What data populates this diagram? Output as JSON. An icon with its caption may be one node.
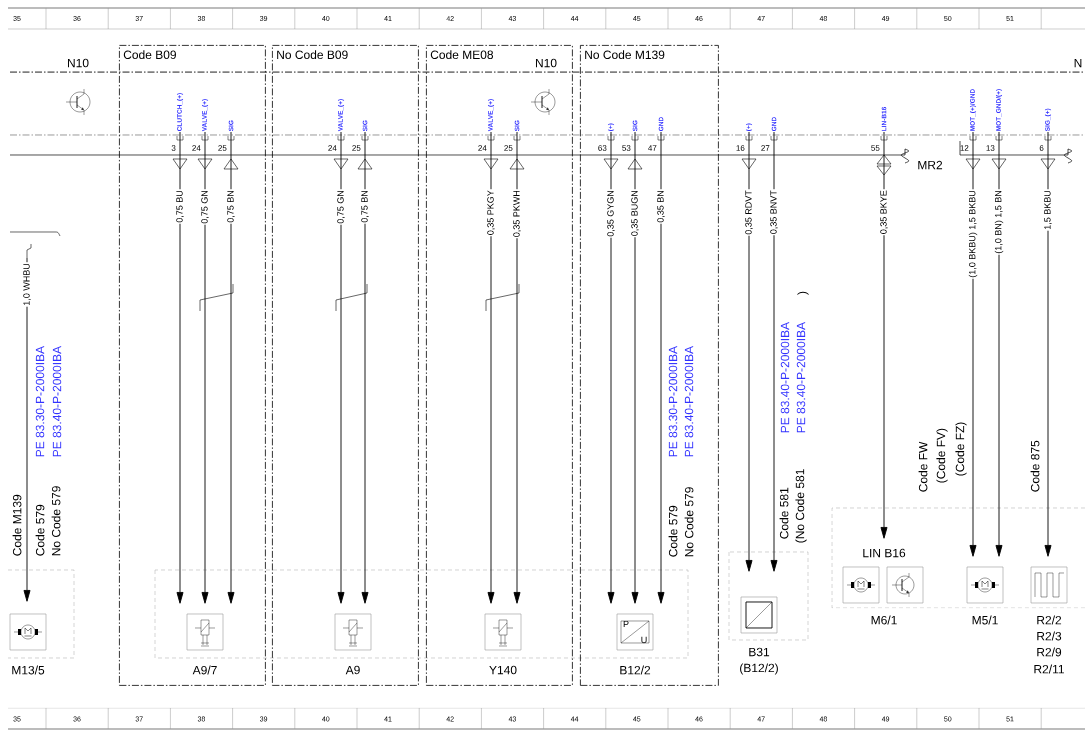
{
  "diagram": {
    "nodes": [
      {
        "text": [
          "Code B09"
        ]
      },
      {
        "text": [
          "No Code B09"
        ]
      },
      {
        "text": [
          "Code ME08"
        ]
      },
      {
        "text": [
          "No Code M139"
        ]
      },
      {
        "text": [
          "CLUTCH_(+)"
        ],
        "beside": [
          "3"
        ],
        "in": 0
      },
      {
        "text": [
          "VALVE_(+)"
        ],
        "beside": [
          "24"
        ],
        "in": 0
      },
      {
        "text": [
          "SIG"
        ],
        "beside": [
          "25"
        ],
        "in": 0
      },
      {
        "text": [
          "VALVE_(+)"
        ],
        "beside": [
          "24"
        ],
        "in": 1
      },
      {
        "text": [
          "SIG"
        ],
        "beside": [
          "25"
        ],
        "in": 1
      },
      {
        "text": [
          "VALVE_(+)"
        ],
        "beside": [
          "24"
        ],
        "in": 2
      },
      {
        "text": [
          "SIG"
        ],
        "beside": [
          "25"
        ],
        "in": 2
      },
      {
        "text": [
          "(+)"
        ],
        "beside": [
          "63"
        ],
        "in": 3
      },
      {
        "text": [
          "SIG"
        ],
        "beside": [
          "53"
        ],
        "in": 3
      },
      {
        "text": [
          "GND"
        ],
        "beside": [
          "47"
        ],
        "in": 3
      },
      {
        "text": [
          "(+)"
        ],
        "beside": [
          "16"
        ]
      },
      {
        "text": [
          "GND"
        ],
        "beside": [
          "27"
        ]
      },
      {
        "text": [
          "LIN-B16"
        ],
        "beside": [
          "55"
        ]
      },
      {
        "text": [
          "MOT_(+)/GND"
        ],
        "beside": [
          "12"
        ]
      },
      {
        "text": [
          "MOT_GND/(+)"
        ],
        "beside": [
          "13"
        ]
      },
      {
        "text": [
          "SIG_(+)"
        ],
        "beside": [
          "6"
        ]
      },
      {
        "text": [],
        "shape": "picture",
        "beside": [
          "M13/5"
        ]
      },
      {
        "text": [],
        "shape": "picture",
        "beside": [
          "A9/7"
        ],
        "in": 0
      },
      {
        "text": [],
        "shape": "picture",
        "beside": [
          "A9"
        ],
        "in": 1
      },
      {
        "text": [],
        "shape": "picture",
        "beside": [
          "Y140"
        ],
        "in": 2
      },
      {
        "text": [],
        "shape": "picture",
        "beside": [
          "B12/2"
        ],
        "in": 3
      },
      {
        "text": [],
        "shape": "picture",
        "beside": [
          "B31",
          "(B12/2)"
        ]
      },
      {
        "text": [],
        "shape": "picture",
        "beside": [
          "LIN B16",
          "M6/1"
        ]
      },
      {
        "text": [],
        "shape": "picture"
      },
      {
        "text": [],
        "shape": "picture",
        "beside": [
          "M5/1"
        ]
      },
      {
        "text": [],
        "shape": "picture",
        "beside": [
          "R2/2",
          "R2/3",
          "R2/9",
          "R2/11"
        ]
      }
    ],
    "edges": [
      {
        "from": null,
        "to": 20,
        "arrow": "to",
        "label": "1,0 WHBU"
      },
      {
        "from": 4,
        "to": 21,
        "arrow": "to",
        "label": "0,75 BU"
      },
      {
        "from": 5,
        "to": 21,
        "arrow": "to",
        "label": "0,75 GN"
      },
      {
        "from": 6,
        "to": 21,
        "arrow": "to",
        "label": "0,75 BN"
      },
      {
        "from": 7,
        "to": 22,
        "arrow": "to",
        "label": "0,75 GN"
      },
      {
        "from": 8,
        "to": 22,
        "arrow": "to",
        "label": "0,75 BN"
      },
      {
        "from": 9,
        "to": 23,
        "arrow": "to",
        "label": "0,35 PKGY"
      },
      {
        "from": 10,
        "to": 23,
        "arrow": "to",
        "label": "0,35 PKWH"
      },
      {
        "from": 11,
        "to": 24,
        "arrow": "to",
        "label": "0,35 GYGN"
      },
      {
        "from": 12,
        "to": 24,
        "arrow": "to",
        "label": "0,35 BUGN"
      },
      {
        "from": 13,
        "to": 24,
        "arrow": "to",
        "label": "0,35 BN"
      },
      {
        "from": 14,
        "to": 25,
        "arrow": "to",
        "label": "0,35 RDVT"
      },
      {
        "from": 15,
        "to": 25,
        "arrow": "to",
        "label": "0,35 BNVT"
      },
      {
        "from": 16,
        "to": 26,
        "arrow": "to",
        "label": "0,35 BKYE"
      },
      {
        "from": 17,
        "to": 28,
        "arrow": "to",
        "label": "(1,0 BKBU) 1,5 BKBU"
      },
      {
        "from": 18,
        "to": 28,
        "arrow": "to",
        "label": "(1,0 BN) 1,5 BN"
      },
      {
        "from": 19,
        "to": 29,
        "arrow": "to",
        "label": "1,5 BKBU"
      }
    ],
    "labels": [
      "35",
      "36",
      "37",
      "38",
      "39",
      "40",
      "41",
      "42",
      "43",
      "44",
      "45",
      "46",
      "47",
      "48",
      "49",
      "50",
      "51",
      "N10",
      "N10",
      "N",
      "MR2",
      "Code M139",
      "Code 579",
      "No Code 579",
      "PE 83.30-P-2000IBA",
      "PE 83.40-P-2000IBA",
      "PE 83.30-P-2000IBA",
      "PE 83.40-P-2000IBA",
      "Code 579",
      "No Code 579",
      "PE 83.40-P-2000IBA",
      "PE 83.40-P-2000IBA",
      ")",
      "Code 581",
      "(No Code 581",
      "Code FW",
      "(Code FV)",
      "(Code FZ)",
      "Code 875",
      "35",
      "36",
      "37",
      "38",
      "39",
      "40",
      "41",
      "42",
      "43",
      "44",
      "45",
      "46",
      "47",
      "48",
      "49",
      "50",
      "51",
      "P",
      "U"
    ]
  }
}
